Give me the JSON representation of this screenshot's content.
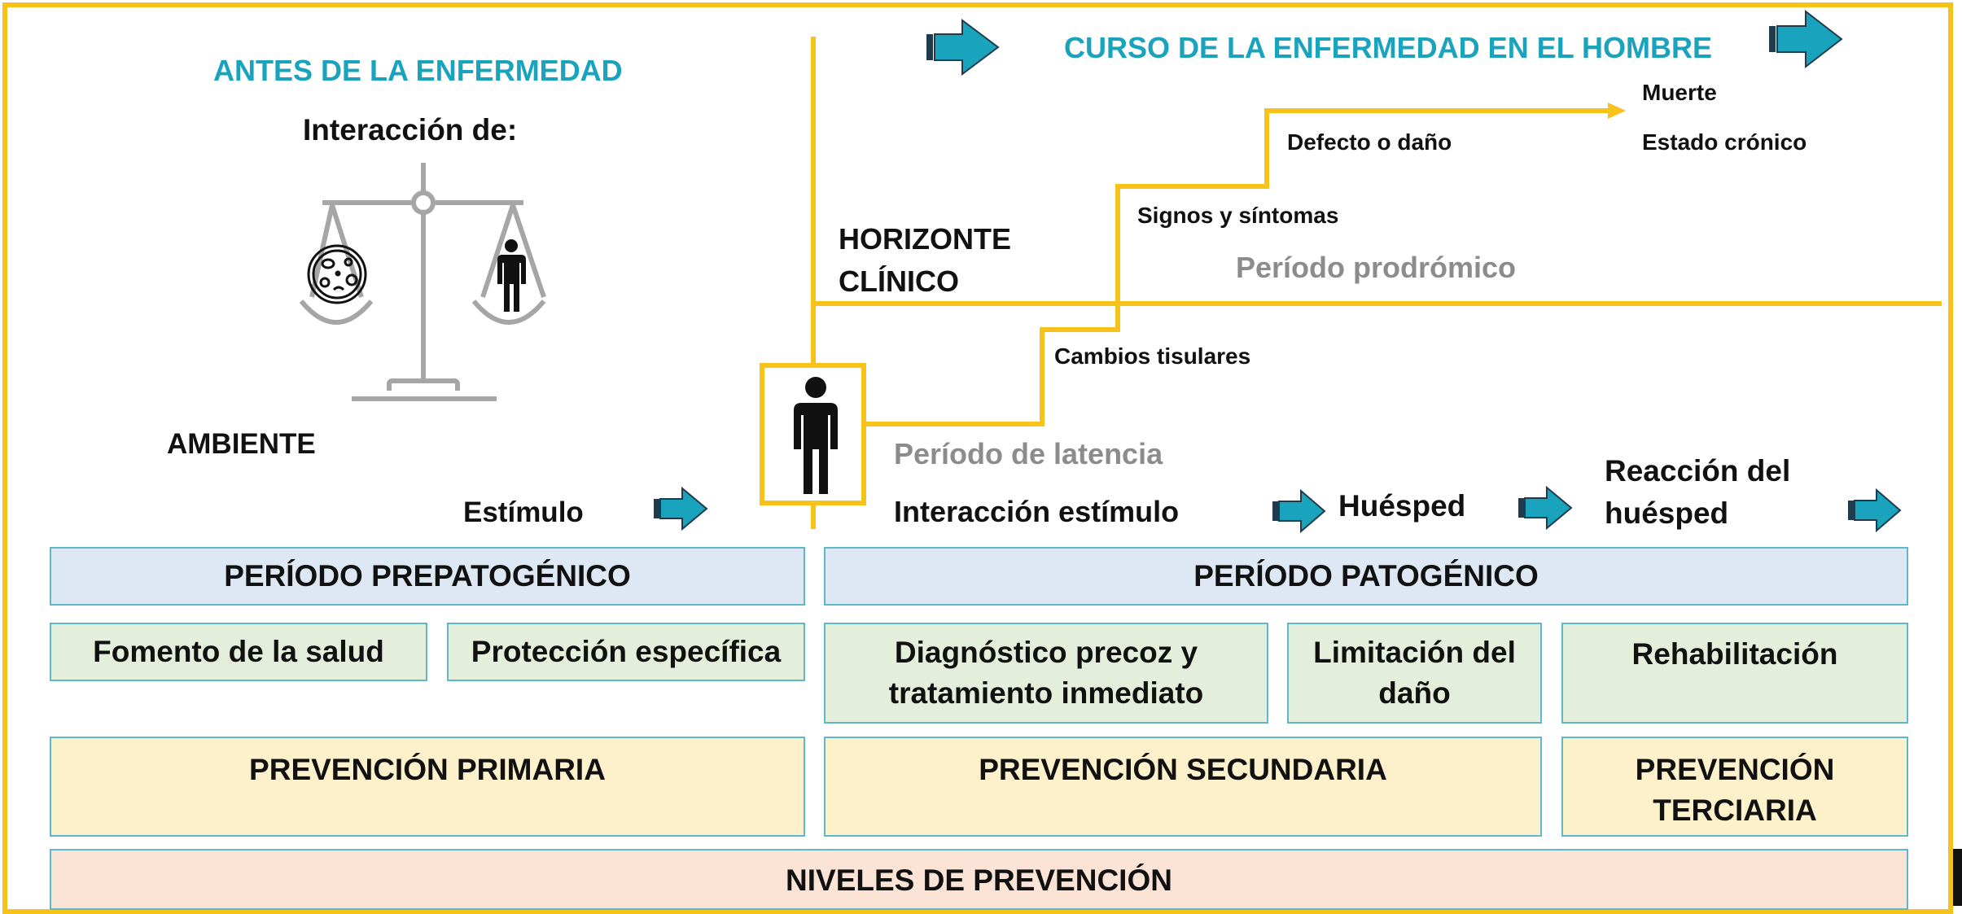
{
  "colors": {
    "frame": "#f7c31a",
    "teal": "#1aa3bd",
    "arrow_dark": "#1d3c4e",
    "gray_text": "#8c8c8c",
    "blue_fill": "#dde8f4",
    "green_fill": "#e3efda",
    "yellow_fill": "#fdf1cc",
    "peach_fill": "#fbe4d5"
  },
  "titles": {
    "before": "ANTES DE LA ENFERMEDAD",
    "course": "CURSO DE LA ENFERMEDAD EN EL HOMBRE"
  },
  "left": {
    "interaction": "Interacción de:",
    "environment": "AMBIENTE",
    "stimulus": "Estímulo",
    "scale_icon": "balance-scale-icon",
    "agent_icon": "microbe-agent-icon",
    "host_icon": "person-icon"
  },
  "course": {
    "horizon": [
      "HORIZONTE",
      "CLÍNICO"
    ],
    "steps": {
      "tissue": "Cambios tisulares",
      "signs": "Signos y síntomas",
      "defect": "Defecto o daño",
      "death": "Muerte",
      "chronic": "Estado crónico"
    },
    "prodromic": "Período prodrómico",
    "latency": "Período de latencia",
    "interaction_stimulus": "Interacción estímulo",
    "host": "Huésped",
    "host_reaction": [
      "Reacción del",
      "huésped"
    ]
  },
  "periods": {
    "prepatogenic": "PERÍODO PREPATOGÉNICO",
    "patogenic": "PERÍODO PATOGÉNICO"
  },
  "actions": {
    "health": "Fomento de la salud",
    "protection": "Protección específica",
    "diagnosis": [
      "Diagnóstico precoz y",
      "tratamiento inmediato"
    ],
    "limitation": [
      "Limitación del",
      "daño"
    ],
    "rehab": "Rehabilitación"
  },
  "prevention": {
    "primary": "PREVENCIÓN PRIMARIA",
    "secondary": "PREVENCIÓN SECUNDARIA",
    "tertiary": [
      "PREVENCIÓN",
      "TERCIARIA"
    ],
    "levels": "NIVELES DE PREVENCIÓN"
  }
}
